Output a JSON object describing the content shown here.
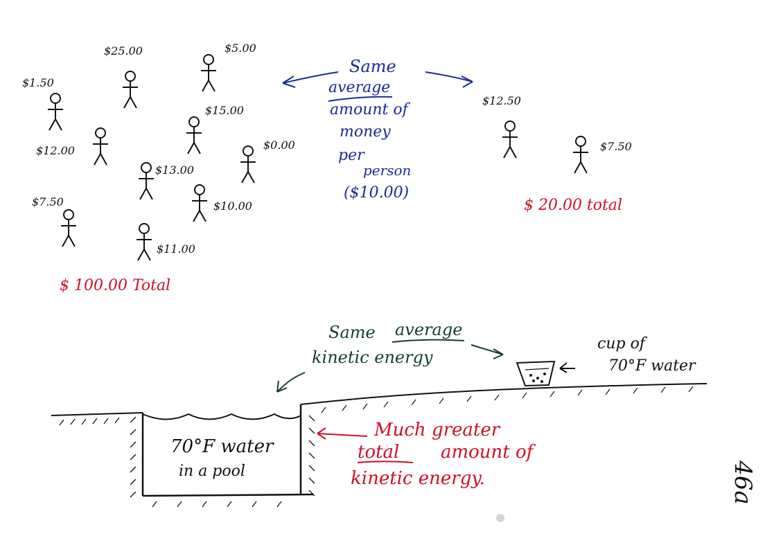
{
  "money_example": {
    "group_large": {
      "amounts": [
        "$1.50",
        "$25.00",
        "$5.00",
        "$15.00",
        "$12.00",
        "$0.00",
        "$13.00",
        "$7.50",
        "$10.00",
        "$11.00"
      ],
      "total": "$ 100.00  Total"
    },
    "group_small": {
      "amounts": [
        "$12.50",
        "$7.50"
      ],
      "total": "$ 20.00  total"
    },
    "comparison": {
      "line1": "Same",
      "line2": "average",
      "line3": "amount of",
      "line4": "money",
      "line5": "per",
      "line6": "person",
      "line7": "($10.00)"
    }
  },
  "water_example": {
    "same_average_line1_a": "Same",
    "same_average_line1_b": "average",
    "same_average_line2": "kinetic energy",
    "pool_line1": "70°F water",
    "pool_line2": "in a pool",
    "cup_line1": "cup of",
    "cup_line2": "70°F water",
    "greater_line1": "Much greater",
    "greater_line2_a": "total",
    "greater_line2_b": "amount of",
    "greater_line3": "kinetic energy."
  },
  "page_number": "46a",
  "colors": {
    "ink_black": "#111111",
    "ink_blue": "#1a2a9a",
    "ink_red": "#cc1122",
    "ink_green": "#14402a"
  }
}
